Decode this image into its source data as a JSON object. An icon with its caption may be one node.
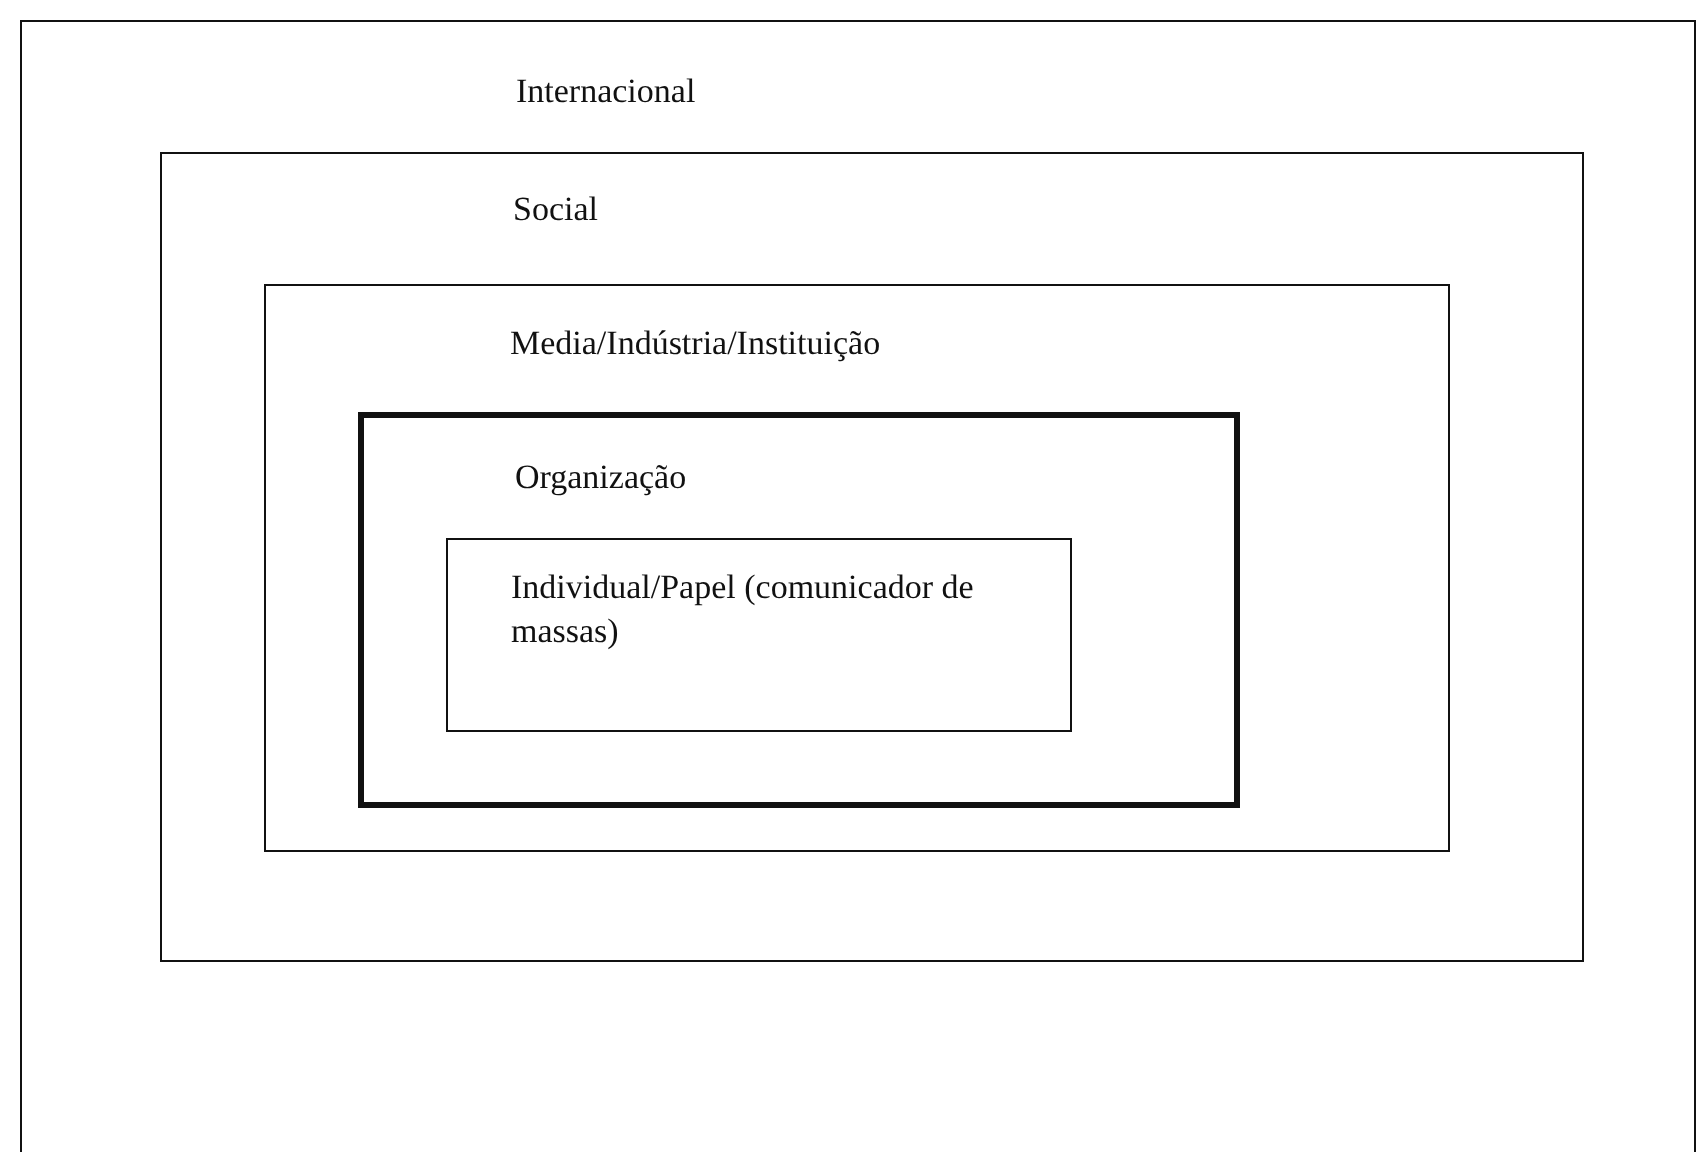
{
  "diagram": {
    "nodes": [
      {
        "text": [
          "Internacional"
        ]
      },
      {
        "text": [
          "Social"
        ],
        "in": 0
      },
      {
        "text": [
          "Media/Indústria/Instituição"
        ],
        "in": 1
      },
      {
        "text": [
          "Organização"
        ],
        "in": 2
      },
      {
        "text": [
          "Individual/Papel (comunicador de massas)"
        ],
        "in": 3
      }
    ]
  }
}
